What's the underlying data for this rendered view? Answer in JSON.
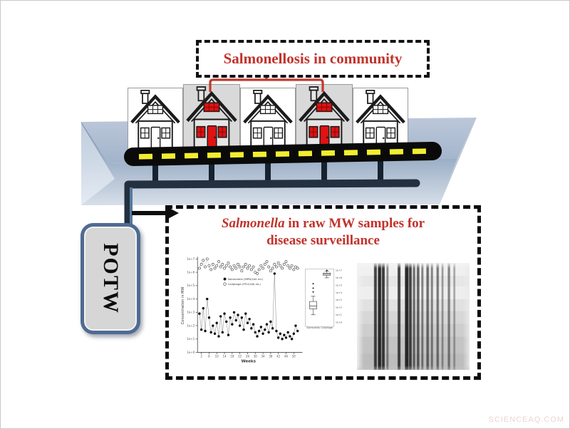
{
  "community": {
    "title": "Salmonellosis in community",
    "houses": [
      {
        "infected": false
      },
      {
        "infected": true
      },
      {
        "infected": false
      },
      {
        "infected": true
      },
      {
        "infected": false
      }
    ]
  },
  "potw": {
    "label": "POTW"
  },
  "surveillance": {
    "title_italic": "Salmonella",
    "title_rest": " in raw MW samples for",
    "title_line2": "disease surveillance"
  },
  "watermark": {
    "text": "SCIENCEAQ.COM"
  },
  "colors": {
    "accent_red": "#c0332b",
    "infection_red": "#dd1111",
    "pipe_dark": "#1d2936",
    "platform_light": "#b7c4d8",
    "platform_mid": "#8199b6",
    "road_black": "#0a0a0a",
    "road_yellow": "#f2ee2e"
  },
  "chart_data": {
    "type": "scatter",
    "title": "",
    "xlabel": "Weeks",
    "ylabel": "Concentration in MW",
    "x_ticks": [
      2,
      6,
      10,
      14,
      18,
      22,
      26,
      30,
      34,
      38,
      42,
      46,
      50
    ],
    "y_tick_labels": [
      "1e+0",
      "1e+1",
      "1e+2",
      "1e+3",
      "1e+4",
      "1e+5",
      "1e+6",
      "1e+7"
    ],
    "x_range": [
      0,
      53
    ],
    "y_log_range": [
      0,
      7
    ],
    "series": [
      {
        "name": "Salmonella (MPN/100 mL)",
        "marker": "filled",
        "x_is_week_index": true,
        "log10_values": [
          2.9,
          1.7,
          3.3,
          1.6,
          4.0,
          2.6,
          1.5,
          2.0,
          1.4,
          2.2,
          1.2,
          2.7,
          1.5,
          2.9,
          2.3,
          1.3,
          2.6,
          2.1,
          3.0,
          2.4,
          2.8,
          2.0,
          2.6,
          1.7,
          2.9,
          2.2,
          2.5,
          1.8,
          2.1,
          1.5,
          1.2,
          1.6,
          1.9,
          1.4,
          1.7,
          2.1,
          1.5,
          2.3,
          1.8,
          5.9,
          1.6,
          1.1,
          1.4,
          1.0,
          1.3,
          1.1,
          1.5,
          1.2,
          1.0,
          1.4,
          2.0,
          1.6
        ]
      },
      {
        "name": "Coliphage (PFU/100 mL)",
        "marker": "open",
        "x_is_week_index": true,
        "log10_values": [
          6.3,
          6.6,
          6.9,
          6.4,
          7.0,
          6.5,
          6.2,
          6.6,
          6.3,
          6.5,
          6.8,
          6.4,
          6.6,
          6.3,
          6.5,
          6.7,
          6.4,
          6.2,
          6.5,
          6.3,
          6.6,
          6.4,
          6.1,
          6.4,
          6.6,
          6.3,
          6.5,
          6.2,
          6.4,
          6.0,
          5.9,
          6.2,
          6.5,
          6.3,
          6.6,
          6.8,
          6.4,
          6.1,
          6.3,
          6.6,
          6.4,
          6.7,
          6.5,
          6.3,
          6.6,
          6.8,
          6.5,
          6.3,
          6.5,
          6.2,
          6.4,
          6.3
        ]
      }
    ],
    "inset_boxplot": {
      "right_tick_labels": [
        "1e+7",
        "1e+6",
        "1e+5",
        "1e+4",
        "1e+3",
        "1e+2",
        "1e+1",
        "1e+0"
      ],
      "categories": [
        "Salmonella",
        "Coliphage"
      ],
      "boxes": [
        {
          "low": 1.0,
          "q1": 1.8,
          "median": 2.2,
          "q3": 2.8,
          "high": 3.5,
          "outliers": [
            4.1,
            4.6,
            5.2
          ]
        },
        {
          "low": 6.0,
          "q1": 6.35,
          "median": 6.5,
          "q3": 6.65,
          "high": 6.9,
          "outliers": [
            7.0
          ]
        }
      ]
    },
    "legend_position": "upper-left-inside",
    "grid": false
  },
  "gel": {
    "rows": [
      {
        "color": "#f1f0f0",
        "h": 12
      },
      {
        "color": "#e8e7e7",
        "h": 10
      },
      {
        "color": "#efeeee",
        "h": 12
      },
      {
        "color": "#e2e1e1",
        "h": 11
      },
      {
        "color": "#d7d7d7",
        "h": 12
      },
      {
        "color": "#cecece",
        "h": 12
      },
      {
        "color": "#c4c4c4",
        "h": 16
      },
      {
        "color": "#bdbdbd",
        "h": 15
      }
    ],
    "bands": [
      {
        "x": 15.5,
        "w": 1.8,
        "a": 0.8
      },
      {
        "x": 19.0,
        "w": 2.2,
        "a": 0.92
      },
      {
        "x": 22.5,
        "w": 1.8,
        "a": 0.85
      },
      {
        "x": 26.5,
        "w": 1.2,
        "a": 0.45
      },
      {
        "x": 36.5,
        "w": 1.8,
        "a": 0.8
      },
      {
        "x": 43.0,
        "w": 2.4,
        "a": 0.92
      },
      {
        "x": 46.5,
        "w": 1.8,
        "a": 0.8
      },
      {
        "x": 50.0,
        "w": 1.4,
        "a": 0.6
      },
      {
        "x": 53.5,
        "w": 1.6,
        "a": 0.65
      },
      {
        "x": 57.5,
        "w": 1.2,
        "a": 0.5
      },
      {
        "x": 62.0,
        "w": 1.6,
        "a": 0.6
      },
      {
        "x": 66.0,
        "w": 1.2,
        "a": 0.5
      },
      {
        "x": 71.0,
        "w": 1.4,
        "a": 0.55
      },
      {
        "x": 75.5,
        "w": 1.0,
        "a": 0.4
      },
      {
        "x": 81.0,
        "w": 1.4,
        "a": 0.5
      },
      {
        "x": 86.0,
        "w": 1.0,
        "a": 0.35
      }
    ]
  }
}
